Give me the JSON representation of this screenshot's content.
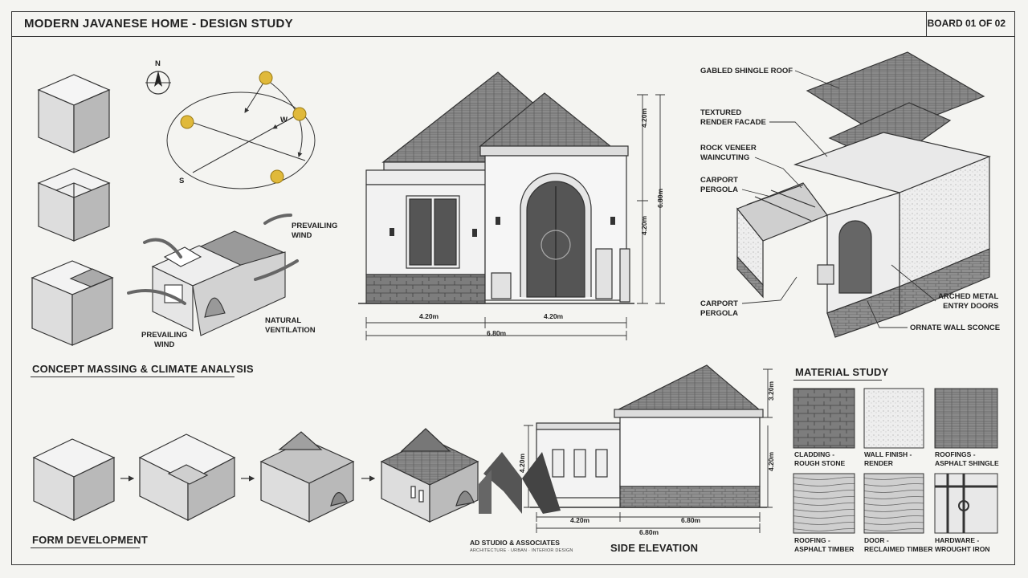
{
  "header": {
    "title": "MODERN JAVANESE HOME - DESIGN STUDY",
    "board": "BOARD 01 OF 02"
  },
  "sections": {
    "concept": "CONCEPT MASSING & CLIMATE ANALYSIS",
    "form": "FORM DEVELOPMENT",
    "side": "SIDE ELEVATION",
    "material": "MATERIAL STUDY"
  },
  "compass": {
    "north": "N",
    "west": "W",
    "south": "S"
  },
  "climate": {
    "wind_top": "PREVAILING\nWIND",
    "wind_bottom": "PREVAILING\nWIND",
    "ventilation": "NATURAL\nVENTILATION"
  },
  "front_dims": {
    "left": "4.20m",
    "right": "4.20m",
    "total": "6.80m",
    "v_upper": "4.20m",
    "v_lower": "4.20m",
    "v_total": "6.80m"
  },
  "axon_labels": {
    "roof": "GABLED SHINGLE ROOF",
    "facade": "TEXTURED\nRENDER FACADE",
    "rock": "ROCK VENEER\nWAINCUTING",
    "carport_top": "CARPORT\nPERGOLA",
    "carport_bottom": "CARPORT\nPERGOLA",
    "doors": "ARCHED METAL\nENTRY DOORS",
    "sconce": "ORNATE WALL SCONCE"
  },
  "side_dims": {
    "v_top": "3.20m",
    "v_left": "4.20m",
    "v_right": "4.20m",
    "left": "4.20m",
    "right": "6.80m",
    "total": "6.80m"
  },
  "materials": [
    {
      "label": "CLADDING -\nROUGH STONE"
    },
    {
      "label": "WALL FINISH -\nRENDER"
    },
    {
      "label": "ROOFINGS -\nASPHALT SHINGLE"
    },
    {
      "label": "ROOFING -\nASPHALT TIMBER"
    },
    {
      "label": "DOOR -\nRECLAIMED TIMBER"
    },
    {
      "label": "HARDWARE -\nWROUGHT IRON"
    }
  ],
  "studio": {
    "name": "AD STUDIO & ASSOCIATES",
    "tagline": "ARCHITECTURE · URBAN · INTERIOR DESIGN"
  }
}
